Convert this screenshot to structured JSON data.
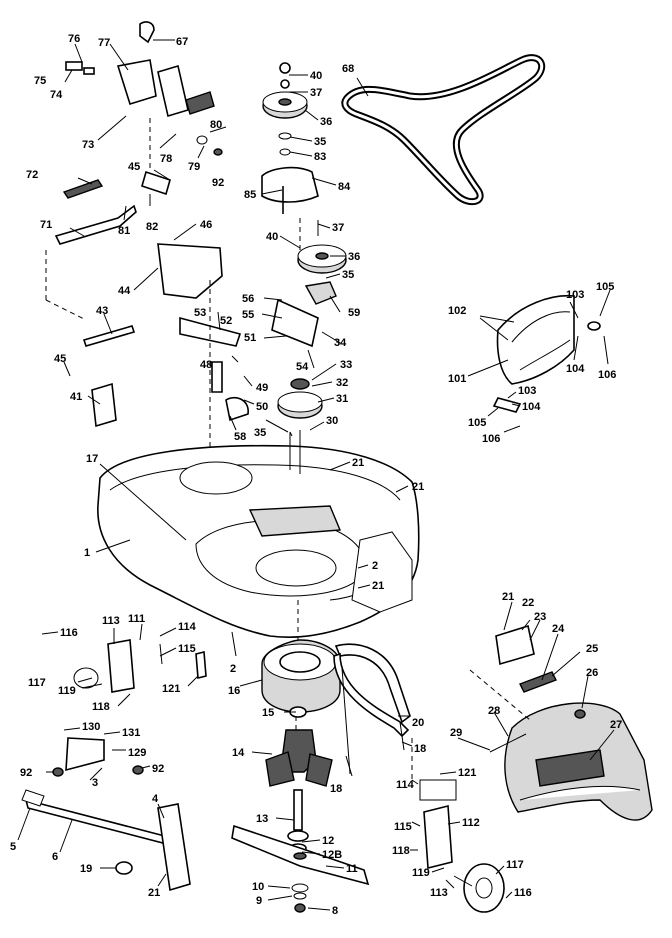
{
  "callouts": [
    "1",
    "2",
    "3",
    "4",
    "5",
    "6",
    "8",
    "9",
    "10",
    "11",
    "12",
    "12B",
    "13",
    "14",
    "15",
    "16",
    "17",
    "18",
    "19",
    "20",
    "21",
    "22",
    "23",
    "24",
    "25",
    "26",
    "27",
    "28",
    "29",
    "30",
    "31",
    "32",
    "33",
    "34",
    "35",
    "36",
    "37",
    "40",
    "41",
    "43",
    "44",
    "45",
    "46",
    "48",
    "49",
    "50",
    "51",
    "52",
    "53",
    "54",
    "55",
    "56",
    "58",
    "59",
    "67",
    "68",
    "71",
    "72",
    "73",
    "74",
    "75",
    "76",
    "77",
    "78",
    "79",
    "80",
    "81",
    "82",
    "83",
    "84",
    "85",
    "92",
    "101",
    "102",
    "103",
    "104",
    "105",
    "106",
    "111",
    "112",
    "113",
    "114",
    "115",
    "116",
    "117",
    "118",
    "119",
    "121",
    "129",
    "130",
    "131"
  ]
}
